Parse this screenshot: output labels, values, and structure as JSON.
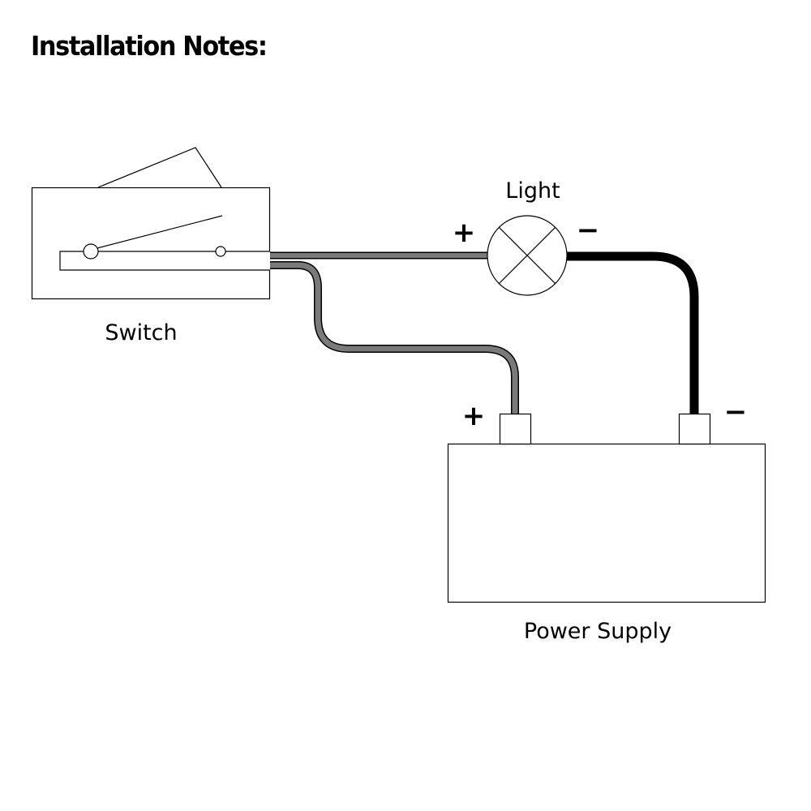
{
  "title": "Installation Notes:",
  "labels": {
    "switch": "Switch",
    "light": "Light",
    "power_supply": "Power Supply"
  },
  "polarity": {
    "light_positive": "+",
    "light_negative": "−",
    "supply_positive": "+",
    "supply_negative": "−"
  },
  "colors": {
    "positive_wire": "#7a7a7a",
    "negative_wire": "#000000",
    "outline": "#000000",
    "background": "#ffffff"
  }
}
